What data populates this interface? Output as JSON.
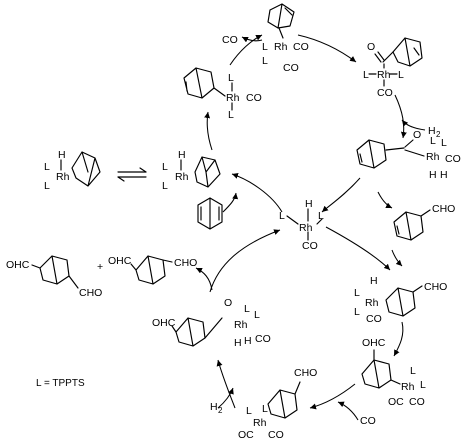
{
  "scheme": {
    "ligand_legend": "L = TPPTS",
    "labels": {
      "L": "L",
      "H": "H",
      "Rh": "Rh",
      "CO": "CO",
      "OC": "OC",
      "OHC": "OHC",
      "CHO": "CHO",
      "O": "O",
      "plus": "+",
      "H2": "H",
      "H2_sub": "2"
    }
  }
}
